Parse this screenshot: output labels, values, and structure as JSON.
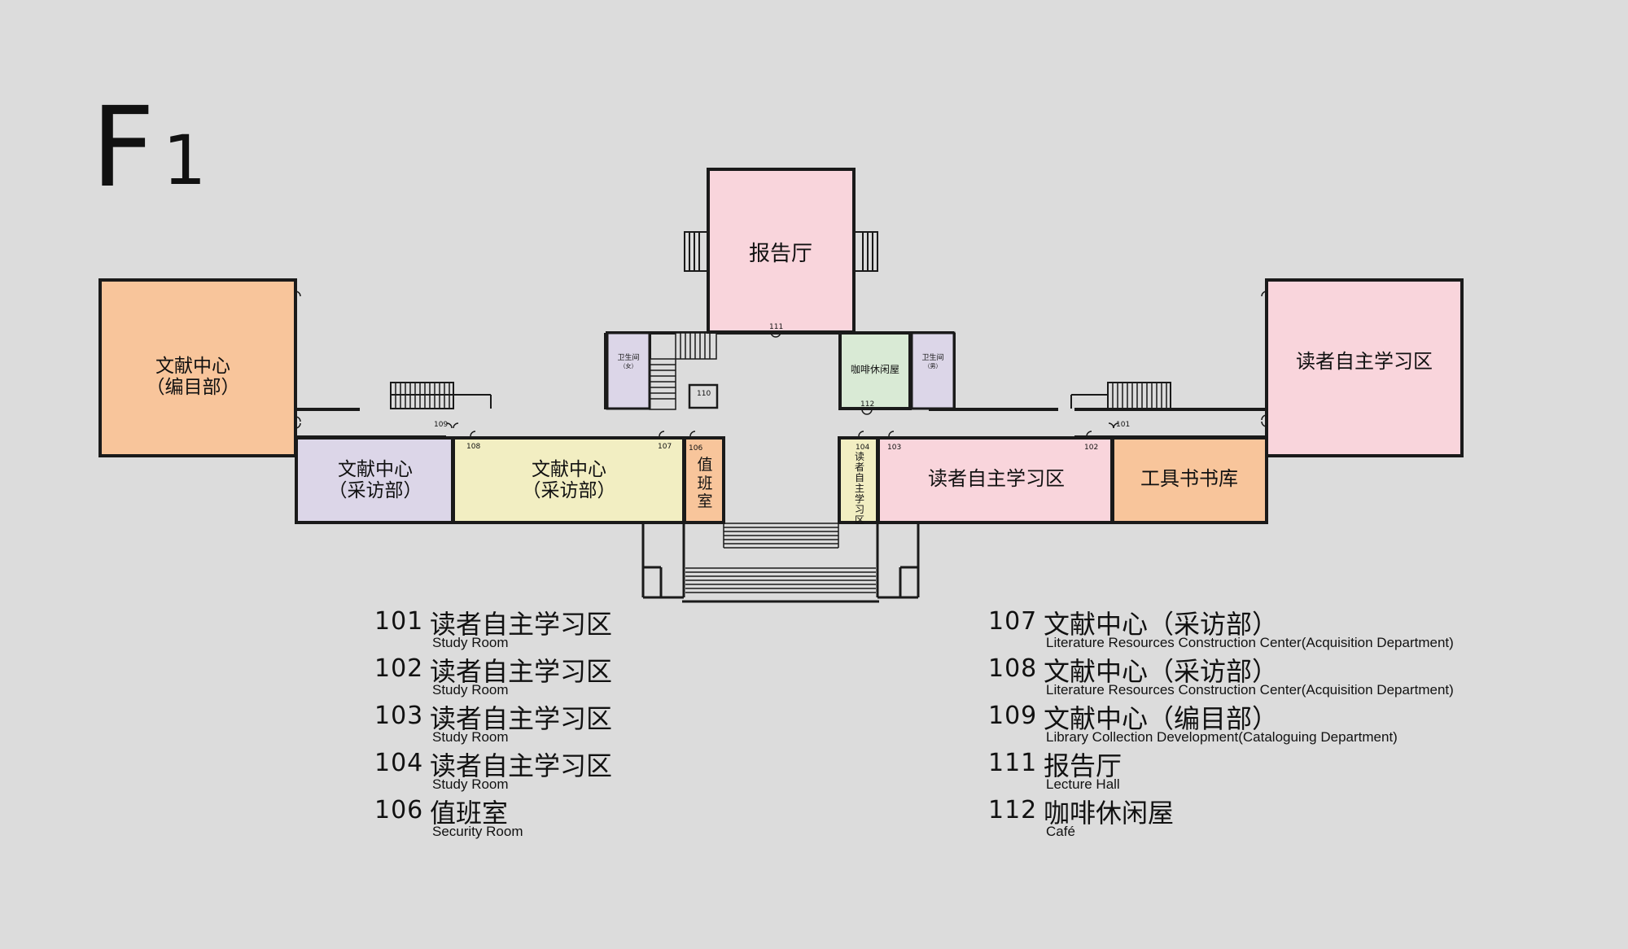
{
  "floor": {
    "prefix": "F",
    "number": "1"
  },
  "rooms": {
    "wenxian_bianmu": {
      "line1": "文献中心",
      "line2": "（编目部）"
    },
    "wenxian_caifang_small": {
      "line1": "文献中心",
      "line2": "（采访部）"
    },
    "wenxian_caifang_large": {
      "line1": "文献中心",
      "line2": "（采访部）"
    },
    "zhiban": {
      "c1": "值",
      "c2": "班",
      "c3": "室"
    },
    "baogaoting": "报告厅",
    "kafei": "咖啡休闲屋",
    "wc_female": {
      "line1": "卫生间",
      "line2": "（女）"
    },
    "wc_male": {
      "line1": "卫生间",
      "line2": "（男）"
    },
    "xuexi_big": "读者自主学习区",
    "xuexi_mid": "读者自主学习区",
    "xuexi_narrow": [
      "读",
      "者",
      "自",
      "主",
      "学",
      "习",
      "区"
    ],
    "gongjushu": "工具书书库"
  },
  "room_numbers": {
    "r101": "101",
    "r102": "102",
    "r103": "103",
    "r104": "104",
    "r106": "106",
    "r107": "107",
    "r108": "108",
    "r109": "109",
    "r110": "110",
    "r111": "111",
    "r112": "112"
  },
  "legend_left": [
    {
      "num": "101",
      "name": "读者自主学习区",
      "en": "Study Room"
    },
    {
      "num": "102",
      "name": "读者自主学习区",
      "en": "Study Room"
    },
    {
      "num": "103",
      "name": "读者自主学习区",
      "en": "Study Room"
    },
    {
      "num": "104",
      "name": "读者自主学习区",
      "en": "Study Room"
    },
    {
      "num": "106",
      "name": "值班室",
      "en": "Security Room"
    }
  ],
  "legend_right": [
    {
      "num": "107",
      "name": "文献中心（采访部）",
      "en": "Literature Resources Construction Center(Acquisition Department)"
    },
    {
      "num": "108",
      "name": "文献中心（采访部）",
      "en": "Literature Resources Construction Center(Acquisition Department)"
    },
    {
      "num": "109",
      "name": "文献中心（编目部）",
      "en": "Library Collection Development(Cataloguing Department)"
    },
    {
      "num": "111",
      "name": "报告厅",
      "en": "Lecture Hall"
    },
    {
      "num": "112",
      "name": "咖啡休闲屋",
      "en": "Café"
    }
  ],
  "colors": {
    "background": "#dcdcdc",
    "orange": "#f8c59b",
    "lavender": "#dcd6e8",
    "yellow": "#f2eec2",
    "pink": "#f9d5dc",
    "green": "#d9ead5",
    "wall": "#1a1a1a"
  }
}
